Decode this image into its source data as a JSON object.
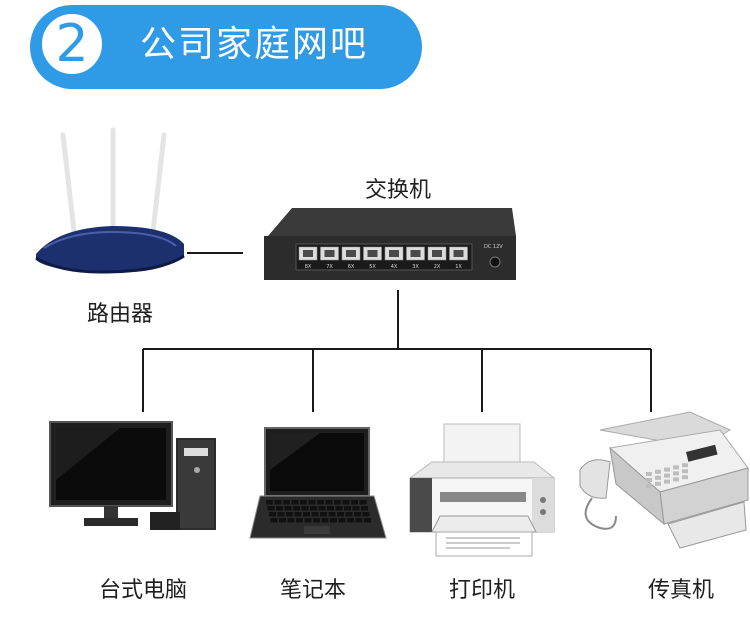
{
  "header": {
    "step_number": "2",
    "title": "公司家庭网吧"
  },
  "nodes": {
    "switch": "交换机",
    "router": "路由器",
    "desktop": "台式电脑",
    "laptop": "笔记本",
    "printer": "打印机",
    "fax": "传真机"
  },
  "switch_panel": {
    "power_label": "DC 12V",
    "ports": [
      "8X",
      "7X",
      "6X",
      "5X",
      "4X",
      "3X",
      "2X",
      "1X"
    ]
  },
  "colors": {
    "accent": "#2f9be6",
    "router_body": "#1c2f6e",
    "switch_body": "#2c2c2c",
    "line": "#1a1a1a"
  }
}
